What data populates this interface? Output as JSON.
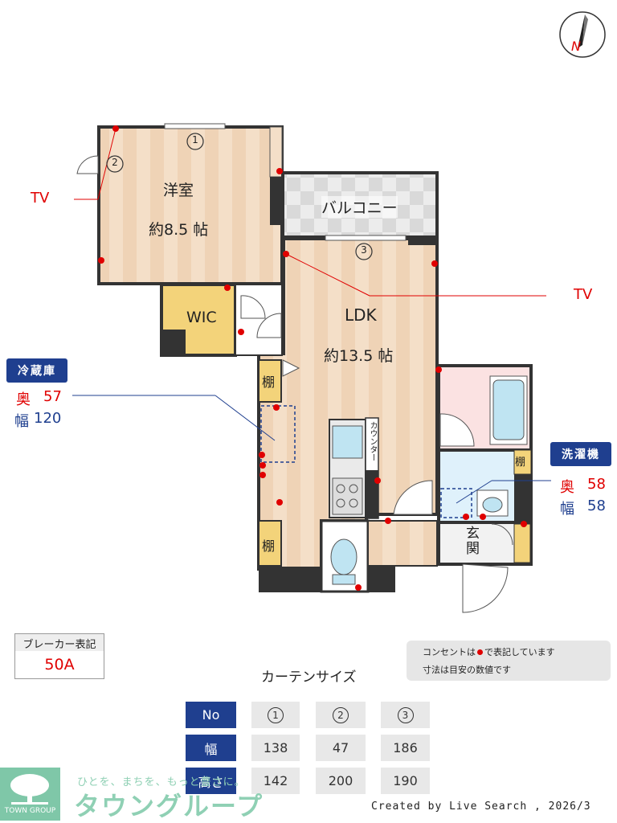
{
  "compass": {
    "label": "N"
  },
  "rooms": {
    "western_room": {
      "name": "洋室",
      "size": "約8.5 帖"
    },
    "balcony": {
      "name": "バルコニー"
    },
    "wic": {
      "name": "WIC"
    },
    "ldk": {
      "name": "LDK",
      "size": "約13.5 帖"
    },
    "shelf": "棚",
    "counter": "カウンター",
    "entrance": "玄関"
  },
  "windows": {
    "w1": "1",
    "w2": "2",
    "w3": "3"
  },
  "tv_labels": {
    "left": "TV",
    "right": "TV"
  },
  "fridge": {
    "title": "冷蔵庫",
    "depth_label": "奥",
    "depth_value": "57",
    "width_label": "幅",
    "width_value": "120"
  },
  "washer": {
    "title": "洗濯機",
    "depth_label": "奥",
    "depth_value": "58",
    "width_label": "幅",
    "width_value": "58"
  },
  "breaker": {
    "title": "ブレーカー表記",
    "value": "50A"
  },
  "note": {
    "line1_pre": "コンセントは",
    "line1_post": "で表記しています",
    "line2": "寸法は目安の数値です"
  },
  "curtain_table": {
    "title": "カーテンサイズ",
    "header": [
      "No",
      "1",
      "2",
      "3"
    ],
    "rows": [
      {
        "label": "幅",
        "values": [
          "138",
          "47",
          "186"
        ]
      },
      {
        "label": "高さ",
        "values": [
          "142",
          "200",
          "190"
        ]
      }
    ]
  },
  "footer": {
    "logo_text": "TOWN GROUP",
    "slogan": "ひとを、まちを、もっと豊さに。",
    "brand": "タウングループ",
    "credit": "Created by Live Search , 2026/3"
  },
  "colors": {
    "accent_blue": "#1f3f8f",
    "outlet_red": "#e00000",
    "floor": "#f2dcc4",
    "wic": "#f3d37a",
    "brand_green": "#8fd0b4"
  }
}
